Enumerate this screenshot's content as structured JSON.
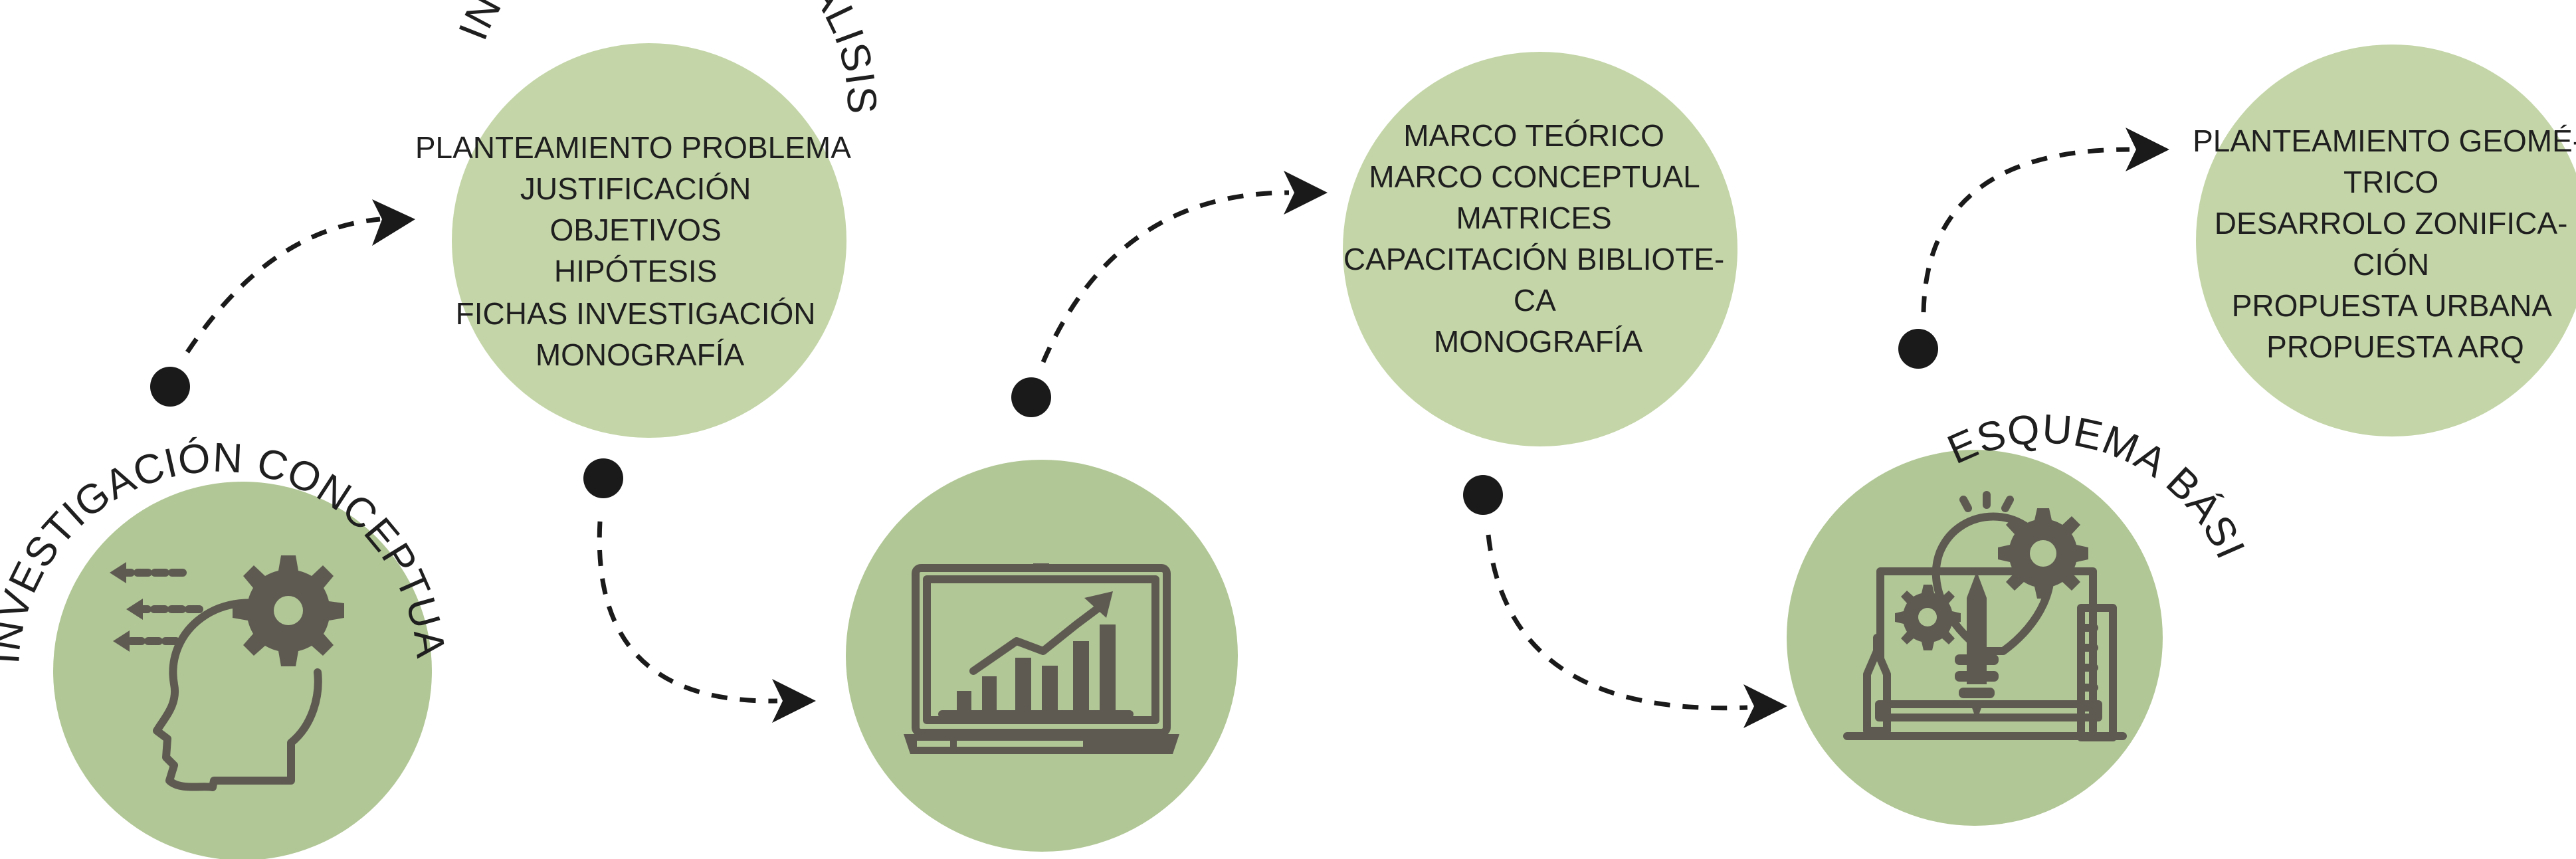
{
  "colors": {
    "circle_light": "#c4d6a8",
    "circle_mid": "#b1c795",
    "ink": "#1a1a1a",
    "icon": "#5e5a52"
  },
  "stages": [
    {
      "id": "investigacion-conceptual",
      "title": "INVESTIGACIÓN CONCEPTUAL",
      "icon": "head-gear-icon"
    },
    {
      "id": "investigacion-analisis",
      "title": "INVESTIGACIÓN ANÁLISIS",
      "items": [
        "PLANTEAMIENTO PROBLEMA",
        "JUSTIFICACIÓN",
        "OBJETIVOS",
        "HIPÓTESIS",
        "FICHAS INVESTIGACIÓN",
        "MONOGRAFÍA"
      ]
    },
    {
      "id": "analisis-graficos",
      "icon": "laptop-chart-icon"
    },
    {
      "id": "marco-teorico",
      "items": [
        "MARCO TEÓRICO",
        "MARCO CONCEPTUAL",
        "MATRICES",
        "CAPACITACIÓN BIBLIOTE-",
        "CA",
        "MONOGRAFÍA"
      ]
    },
    {
      "id": "esquema-basico",
      "title": "ESQUEMA BÁSICO",
      "icon": "bulb-tools-icon"
    },
    {
      "id": "propuesta",
      "items": [
        "PLANTEAMIENTO GEOMÉ-",
        "TRICO",
        "DESARROLO ZONIFICA-",
        "CIÓN",
        "PROPUESTA URBANA",
        "PROPUESTA ARQ"
      ]
    }
  ]
}
